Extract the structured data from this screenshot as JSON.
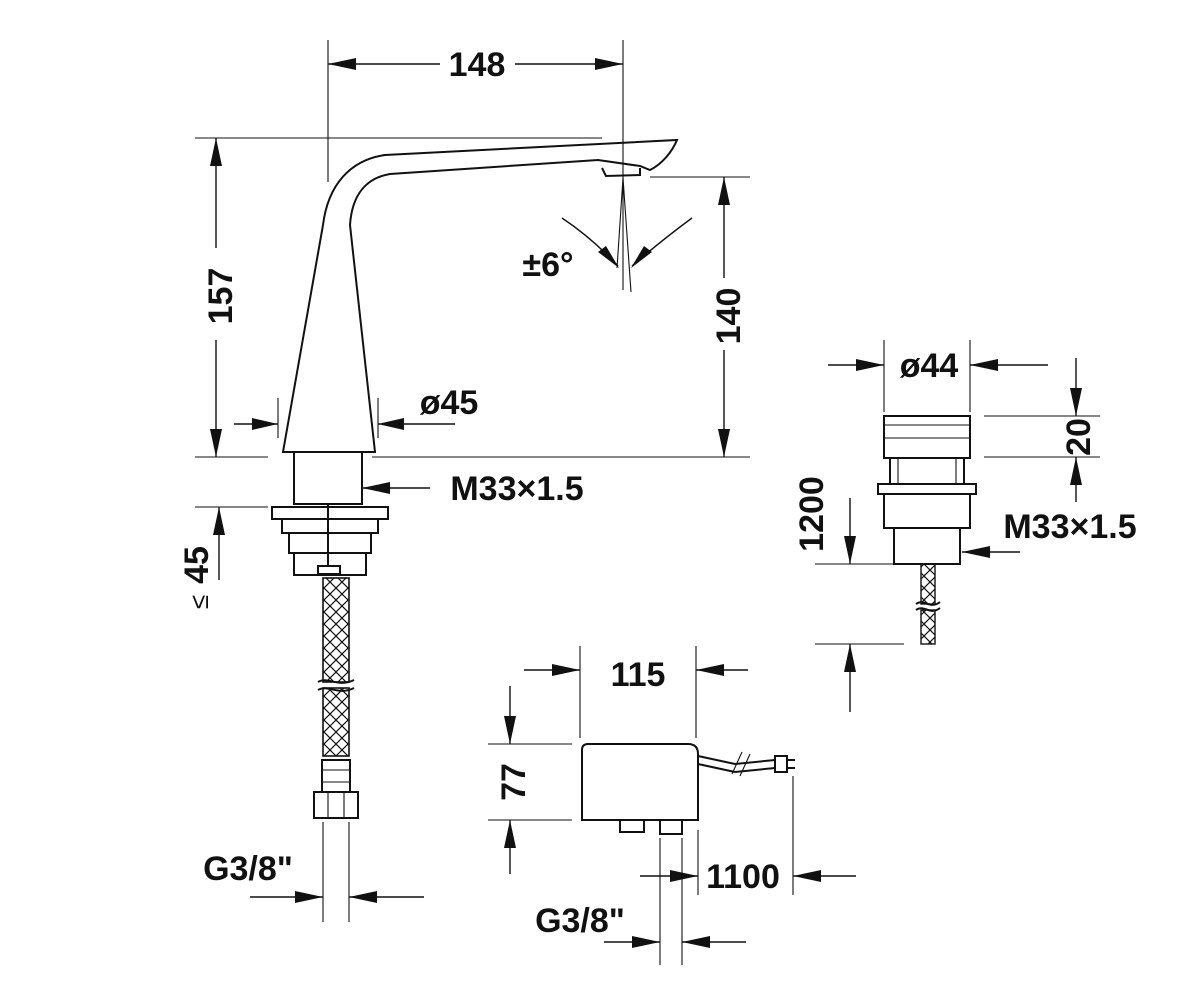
{
  "dimensions": {
    "spout_reach": "148",
    "total_height": "157",
    "spout_height": "140",
    "spray_angle": "±6°",
    "base_diameter": "ø45",
    "thread_main": "M33×1.5",
    "max_deck_thickness": "45",
    "max_symbol": "≤",
    "button_diameter": "ø44",
    "button_height": "20",
    "thread_button": "M33×1.5",
    "button_cable_length": "1200",
    "box_width": "115",
    "box_height": "77",
    "box_cable_length": "1100",
    "connection_tap": "G3/8\"",
    "connection_box": "G3/8\""
  },
  "colors": {
    "line": "#111111",
    "background": "#ffffff"
  }
}
